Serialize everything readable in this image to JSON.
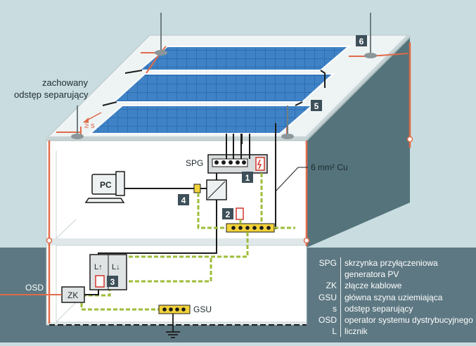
{
  "labels": {
    "separation_note_line1": "zachowany",
    "separation_note_line2": "odstęp separujący",
    "separation_symbol": "≥ s",
    "spg": "SPG",
    "pc": "PC",
    "cable_size": "6 mm² Cu",
    "osd": "OSD",
    "zk": "ZK",
    "gsu": "GSU",
    "meter_in": "L↑",
    "meter_out": "L↓"
  },
  "markers": [
    "1",
    "2",
    "3",
    "4",
    "5",
    "6"
  ],
  "legend": [
    {
      "key": "SPG",
      "value": "skrzynka przyłączeniowa"
    },
    {
      "key": "",
      "value": "generatora PV"
    },
    {
      "key": "ZK",
      "value": "złącze kablowe"
    },
    {
      "key": "GSU",
      "value": "główna szyna uziemiająca"
    },
    {
      "key": "s",
      "value": "odstęp separujący"
    },
    {
      "key": "OSD",
      "value": "operator systemu dystrybucyjnego"
    },
    {
      "key": "L",
      "value": "licznik"
    }
  ],
  "colors": {
    "background": "#c9dde0",
    "ground": "#5d7882",
    "roof": "#eef3f4",
    "wall_side": "#54737b",
    "lightning_conductor": "#e06b4a",
    "panel_blue": "#2f6fb3",
    "grounding_stripe": "#9ebd3a",
    "marker_bg": "#3d4f58"
  }
}
